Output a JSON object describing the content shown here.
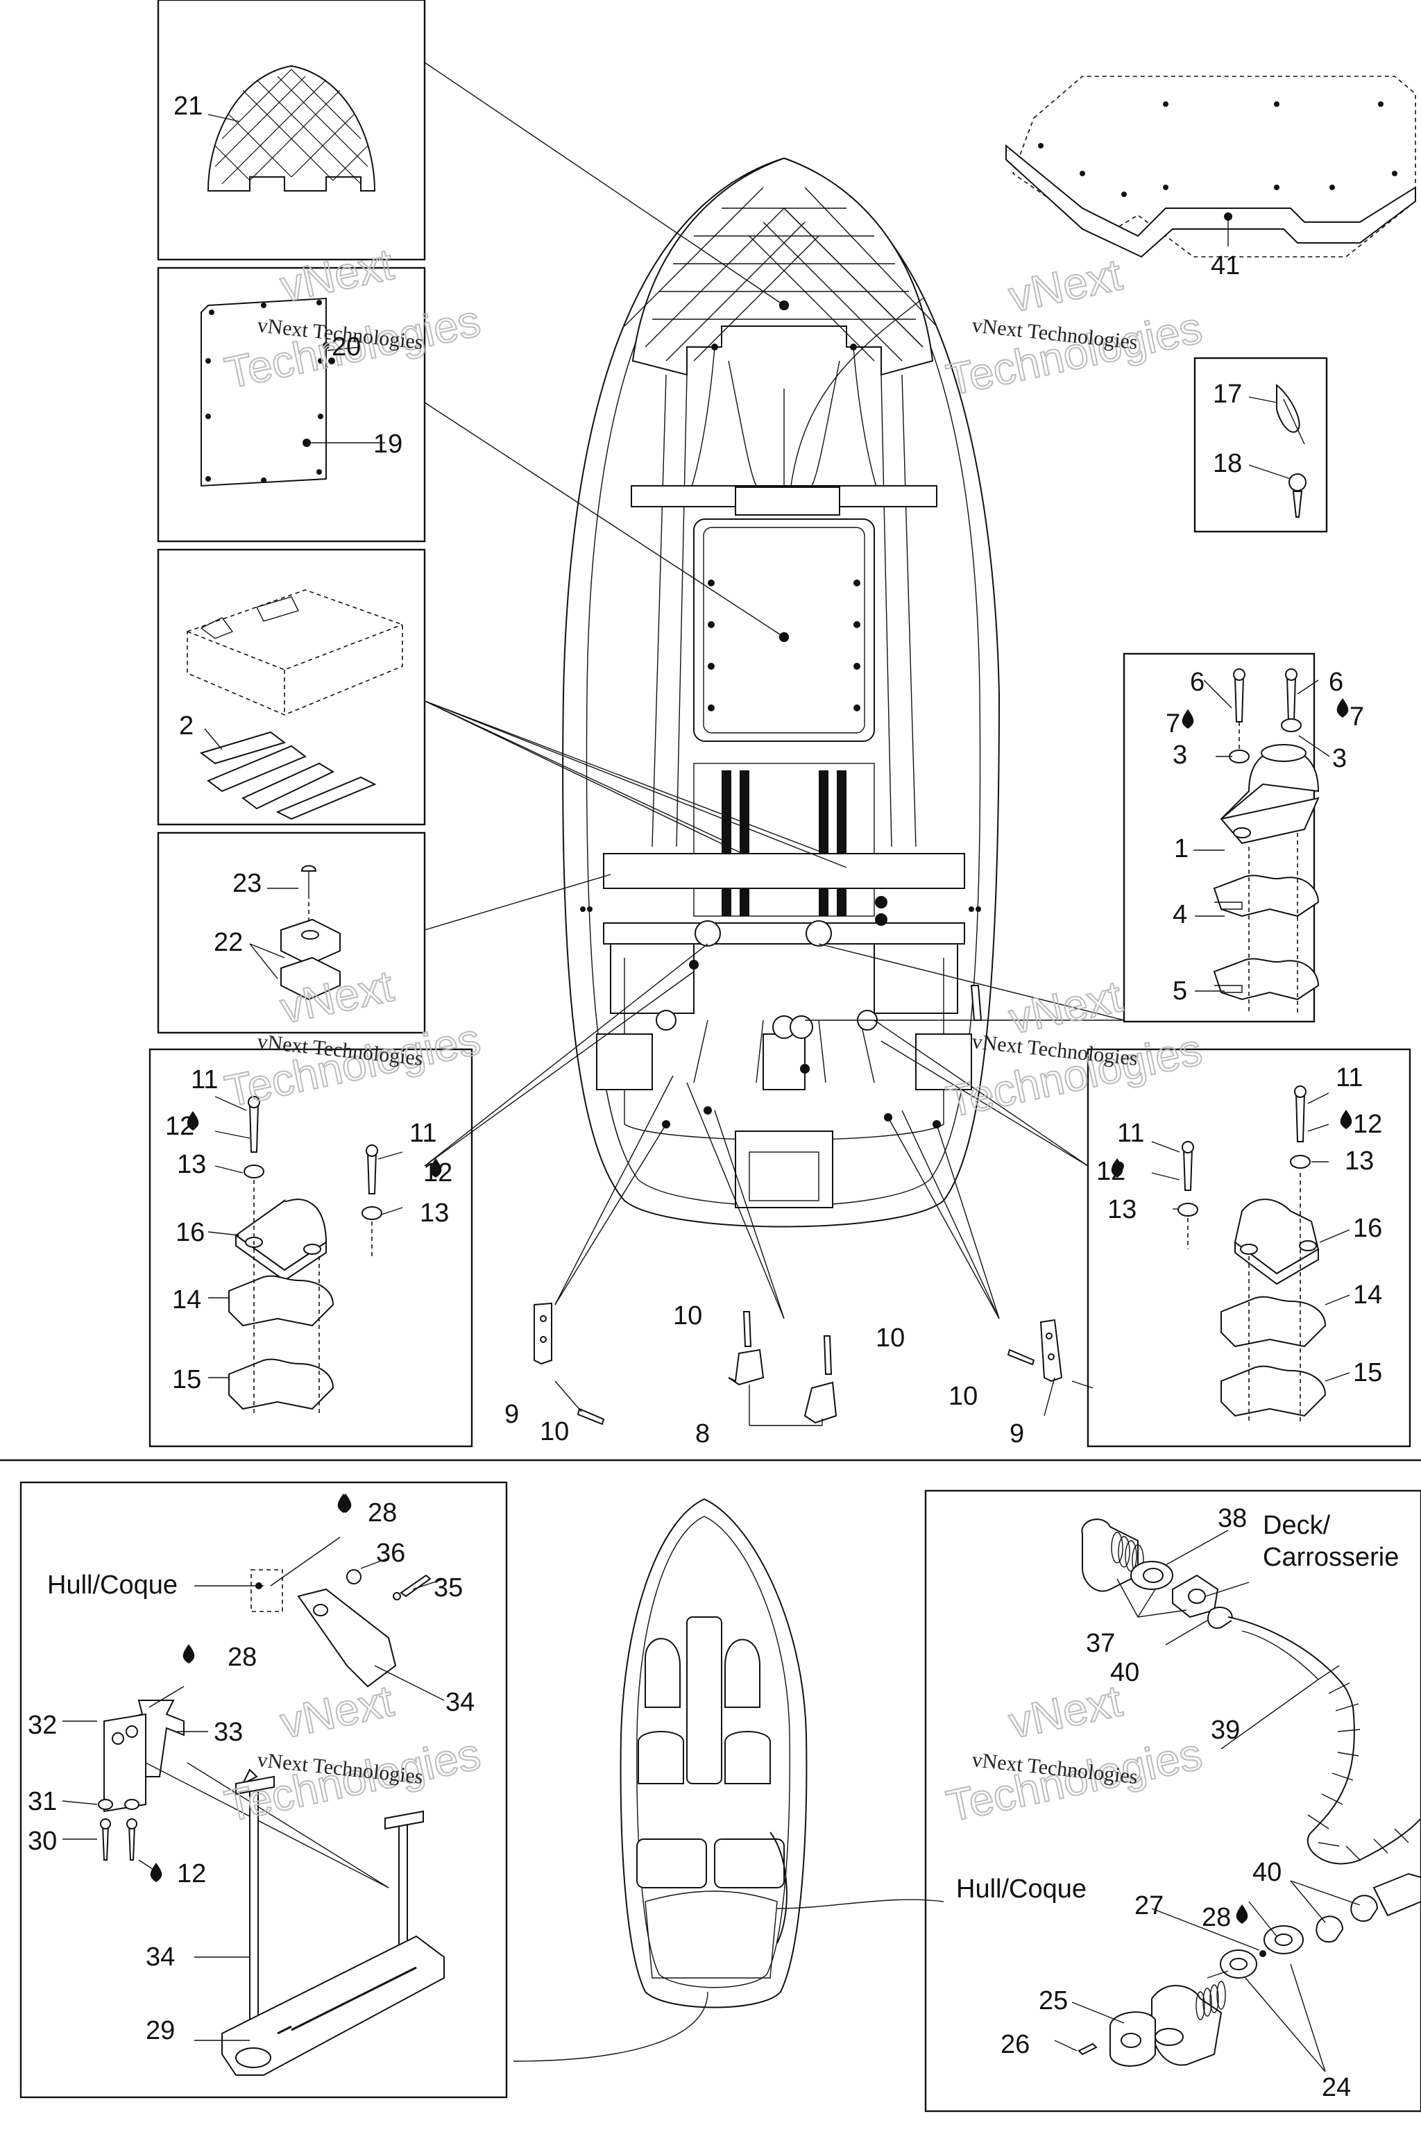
{
  "callouts": [
    {
      "id": "c21",
      "text": "21"
    },
    {
      "id": "c19",
      "text": "19"
    },
    {
      "id": "c20",
      "text": "20"
    },
    {
      "id": "c2",
      "text": "2"
    },
    {
      "id": "c23",
      "text": "23"
    },
    {
      "id": "c22",
      "text": "22"
    },
    {
      "id": "c41",
      "text": "41"
    },
    {
      "id": "c17",
      "text": "17"
    },
    {
      "id": "c18",
      "text": "18"
    },
    {
      "id": "c6a",
      "text": "6"
    },
    {
      "id": "c6b",
      "text": "6"
    },
    {
      "id": "c7a",
      "text": "7"
    },
    {
      "id": "c7b",
      "text": "7"
    },
    {
      "id": "c3a",
      "text": "3"
    },
    {
      "id": "c3b",
      "text": "3"
    },
    {
      "id": "c1",
      "text": "1"
    },
    {
      "id": "c4",
      "text": "4"
    },
    {
      "id": "c5",
      "text": "5"
    },
    {
      "id": "c11a",
      "text": "11"
    },
    {
      "id": "c12a",
      "text": "12"
    },
    {
      "id": "c13a",
      "text": "13"
    },
    {
      "id": "c11b",
      "text": "11"
    },
    {
      "id": "c12b",
      "text": "12"
    },
    {
      "id": "c13b",
      "text": "13"
    },
    {
      "id": "c16a",
      "text": "16"
    },
    {
      "id": "c14a",
      "text": "14"
    },
    {
      "id": "c15a",
      "text": "15"
    },
    {
      "id": "c11c",
      "text": "11"
    },
    {
      "id": "c12c",
      "text": "12"
    },
    {
      "id": "c13c",
      "text": "13"
    },
    {
      "id": "c11d",
      "text": "11"
    },
    {
      "id": "c12d",
      "text": "12"
    },
    {
      "id": "c13d",
      "text": "13"
    },
    {
      "id": "c16b",
      "text": "16"
    },
    {
      "id": "c14b",
      "text": "14"
    },
    {
      "id": "c15b",
      "text": "15"
    },
    {
      "id": "c9a",
      "text": "9"
    },
    {
      "id": "c10a",
      "text": "10"
    },
    {
      "id": "c10b",
      "text": "10"
    },
    {
      "id": "c10c",
      "text": "10"
    },
    {
      "id": "c8",
      "text": "8"
    },
    {
      "id": "c10d",
      "text": "10"
    },
    {
      "id": "c9b",
      "text": "9"
    },
    {
      "id": "c28a",
      "text": "28"
    },
    {
      "id": "c36",
      "text": "36"
    },
    {
      "id": "c35",
      "text": "35"
    },
    {
      "id": "c28b",
      "text": "28"
    },
    {
      "id": "c34a",
      "text": "34"
    },
    {
      "id": "c32",
      "text": "32"
    },
    {
      "id": "c33",
      "text": "33"
    },
    {
      "id": "c31",
      "text": "31"
    },
    {
      "id": "c30",
      "text": "30"
    },
    {
      "id": "c12e",
      "text": "12"
    },
    {
      "id": "c34b",
      "text": "34"
    },
    {
      "id": "c29",
      "text": "29"
    },
    {
      "id": "c38",
      "text": "38"
    },
    {
      "id": "c37",
      "text": "37"
    },
    {
      "id": "c40a",
      "text": "40"
    },
    {
      "id": "c39",
      "text": "39"
    },
    {
      "id": "c40b",
      "text": "40"
    },
    {
      "id": "c28c",
      "text": "28"
    },
    {
      "id": "c27",
      "text": "27"
    },
    {
      "id": "c25",
      "text": "25"
    },
    {
      "id": "c26",
      "text": "26"
    },
    {
      "id": "c24",
      "text": "24"
    }
  ],
  "labels": {
    "hull_left": "Hull/Coque",
    "hull_right": "Hull/Coque",
    "deck_line1": "Deck/",
    "deck_line2": "Carrosserie"
  },
  "watermark": {
    "line1": "vNext Technologies",
    "line2": "vNext",
    "line3": "Technologies"
  }
}
